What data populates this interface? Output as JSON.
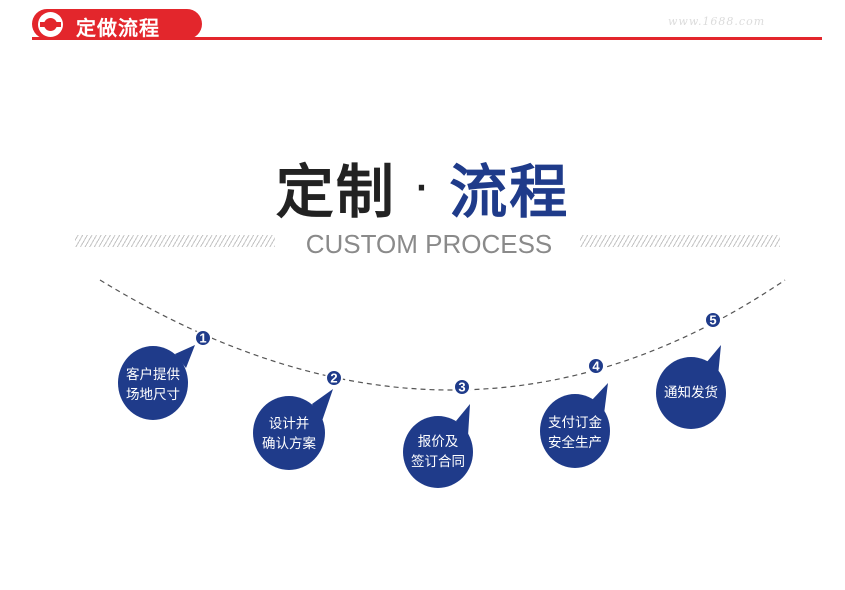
{
  "header": {
    "title": "定做流程",
    "watermark": "www.1688.com"
  },
  "title": {
    "part1": "定制",
    "separator": "·",
    "part2": "流程",
    "subtitle": "CUSTOM PROCESS"
  },
  "steps": [
    {
      "number": "1",
      "line1": "客户提供",
      "line2": "场地尺寸"
    },
    {
      "number": "2",
      "line1": "设计并",
      "line2": "确认方案"
    },
    {
      "number": "3",
      "line1": "报价及",
      "line2": "签订合同"
    },
    {
      "number": "4",
      "line1": "支付订金",
      "line2": "安全生产"
    },
    {
      "number": "5",
      "line1": "通知发货",
      "line2": ""
    }
  ],
  "colors": {
    "accent_red": "#e3262c",
    "brand_blue": "#1f3b8a",
    "title_black": "#222222"
  }
}
